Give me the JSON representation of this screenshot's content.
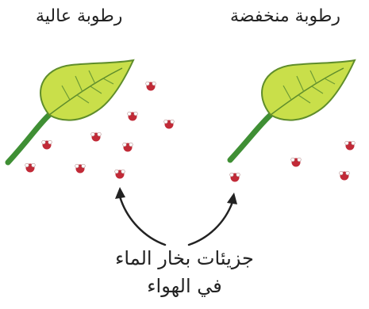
{
  "labels": {
    "high_humidity": "رطوبة عالية",
    "low_humidity": "رطوبة منخفضة"
  },
  "caption": {
    "line1": "جزيئات بخار الماء",
    "line2": "في الهواء"
  },
  "colors": {
    "leaf_fill": "#c9df4a",
    "leaf_outline": "#5f8d2b",
    "stem": "#3f8f34",
    "molecule_main": "#c12a37",
    "molecule_small": "#ffffff",
    "arrow": "#222222"
  }
}
